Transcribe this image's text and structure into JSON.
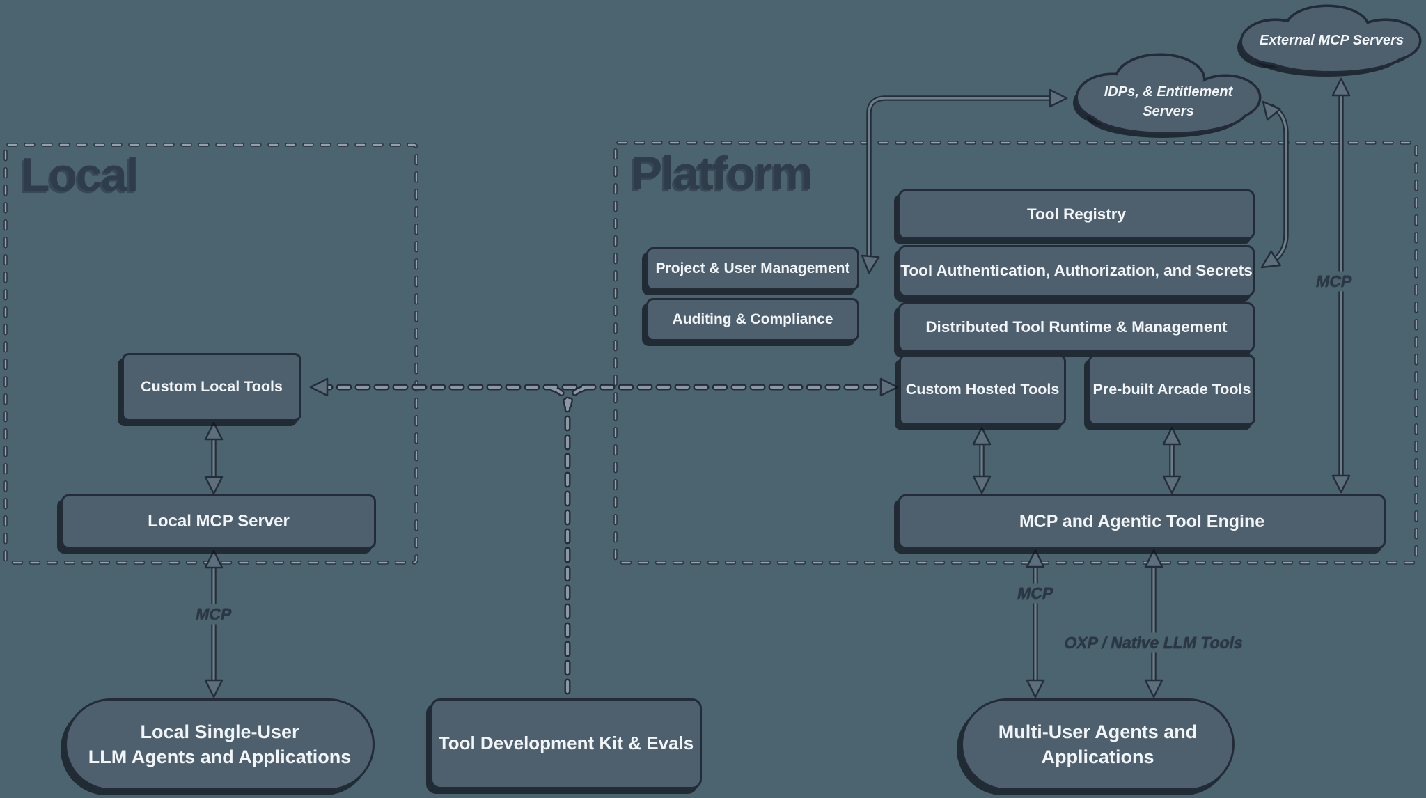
{
  "palette": {
    "background": "#4c6470",
    "box_fill": "#4e5f6e",
    "box_border": "#222b37",
    "box_text": "#f2f5f7",
    "section_label": "#2f3c4b",
    "edge_label": "#2b3644",
    "dash_light": "#8b99a6"
  },
  "sections": {
    "local": {
      "label": "Local"
    },
    "platform": {
      "label": "Platform"
    }
  },
  "clouds": {
    "external": {
      "label": "External MCP Servers"
    },
    "idp": {
      "line1": "IDPs, & Entitlement",
      "line2": "Servers"
    }
  },
  "platform_boxes": {
    "tool_registry": {
      "label": "Tool Registry"
    },
    "tool_auth": {
      "label": "Tool Authentication, Authorization, and Secrets"
    },
    "runtime": {
      "label": "Distributed Tool Runtime & Management"
    },
    "project_user_mgmt": {
      "label": "Project & User Management"
    },
    "auditing": {
      "label": "Auditing & Compliance"
    },
    "custom_hosted": {
      "label": "Custom Hosted Tools"
    },
    "prebuilt": {
      "label": "Pre-built Arcade Tools"
    },
    "engine": {
      "label": "MCP and Agentic Tool Engine"
    }
  },
  "local_boxes": {
    "custom_local": {
      "label": "Custom Local Tools"
    },
    "local_mcp_server": {
      "label": "Local MCP Server"
    }
  },
  "bottom_nodes": {
    "local_agents": {
      "line1": "Local Single-User",
      "line2": "LLM Agents and Applications"
    },
    "tdk": {
      "label": "Tool Development Kit & Evals"
    },
    "multi_user": {
      "line1": "Multi-User Agents and",
      "line2": "Applications"
    }
  },
  "edge_labels": {
    "local_mcp": "MCP",
    "external_mcp": "MCP",
    "multi_mcp": "MCP",
    "oxp": "OXP / Native LLM Tools"
  }
}
